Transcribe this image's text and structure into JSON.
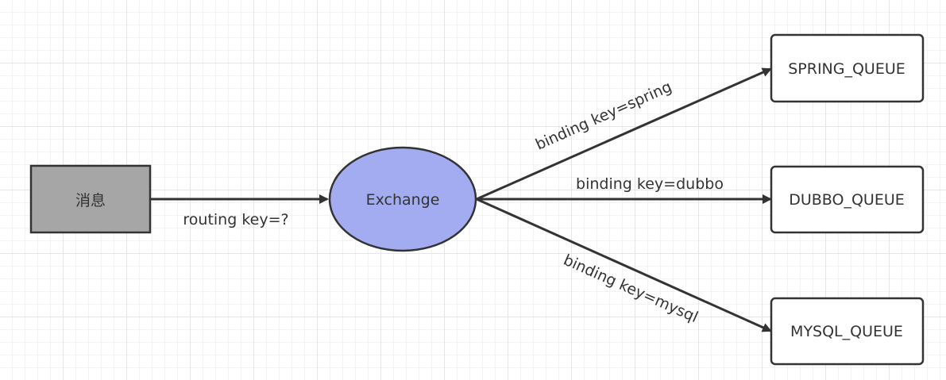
{
  "diagram": {
    "message_node": {
      "label": "消息"
    },
    "exchange_node": {
      "label": "Exchange"
    },
    "queues": [
      {
        "label": "SPRING_QUEUE"
      },
      {
        "label": "DUBBO_QUEUE"
      },
      {
        "label": "MYSQL_QUEUE"
      }
    ],
    "edges": {
      "routing_label": "routing key=?",
      "binding_labels": [
        "binding key=spring",
        "binding key=dubbo",
        "binding key=mysql"
      ]
    },
    "colors": {
      "message_fill": "#a6a6a6",
      "exchange_fill": "#a3acf0",
      "queue_fill": "#ffffff",
      "stroke": "#333333"
    }
  }
}
